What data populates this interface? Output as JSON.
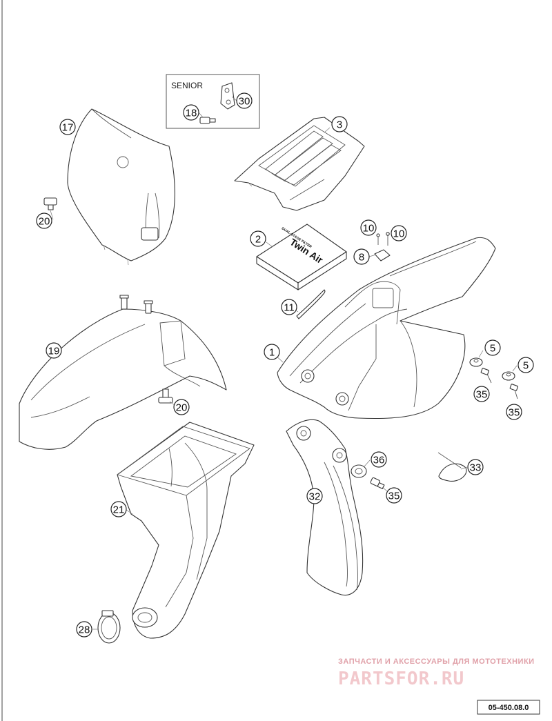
{
  "senior_box": {
    "label": "SENIOR"
  },
  "callouts": [
    {
      "id": "c17",
      "num": "17"
    },
    {
      "id": "c20a",
      "num": "20"
    },
    {
      "id": "c18",
      "num": "18"
    },
    {
      "id": "c30",
      "num": "30"
    },
    {
      "id": "c3",
      "num": "3"
    },
    {
      "id": "c2",
      "num": "2"
    },
    {
      "id": "c10a",
      "num": "10"
    },
    {
      "id": "c10b",
      "num": "10"
    },
    {
      "id": "c8",
      "num": "8"
    },
    {
      "id": "c11",
      "num": "11"
    },
    {
      "id": "c19",
      "num": "19"
    },
    {
      "id": "c1",
      "num": "1"
    },
    {
      "id": "c5a",
      "num": "5"
    },
    {
      "id": "c5b",
      "num": "5"
    },
    {
      "id": "c35a",
      "num": "35"
    },
    {
      "id": "c35b",
      "num": "35"
    },
    {
      "id": "c20b",
      "num": "20"
    },
    {
      "id": "c36",
      "num": "36"
    },
    {
      "id": "c33",
      "num": "33"
    },
    {
      "id": "c35c",
      "num": "35"
    },
    {
      "id": "c32",
      "num": "32"
    },
    {
      "id": "c21",
      "num": "21"
    },
    {
      "id": "c28",
      "num": "28"
    }
  ],
  "filter_box": {
    "brand": "Twin Air",
    "subtitle": "DUAL-STAGE FILTER"
  },
  "watermark": {
    "tagline": "ЗАПЧАСТИ И АКСЕССУАРЫ ДЛЯ МОТОТЕХНИКИ",
    "brand": "PARTSFOR.RU"
  },
  "diagram_code": "05-450.08.0"
}
